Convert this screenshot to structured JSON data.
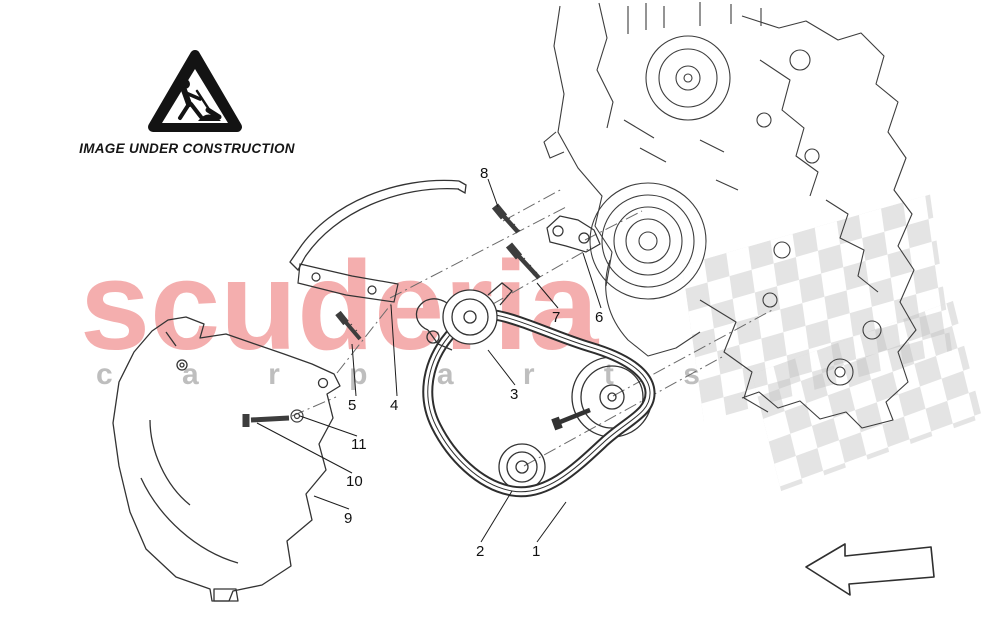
{
  "page": {
    "background_color": "#ffffff",
    "line_color": "#3d3d3d"
  },
  "construction_notice": {
    "label": "IMAGE UNDER CONSTRUCTION",
    "icon": "roadworks-warning-triangle"
  },
  "watermark": {
    "title": "scuderia",
    "title_color": "#e74c4c",
    "letters": [
      "c",
      "a",
      "r",
      "p",
      "a",
      "r",
      "t",
      "s"
    ],
    "letters_color": "#8a8a8a",
    "flag_pattern": "checkered-flag"
  },
  "diagram": {
    "part_labels": [
      {
        "number": "1"
      },
      {
        "number": "2"
      },
      {
        "number": "3"
      },
      {
        "number": "4"
      },
      {
        "number": "5"
      },
      {
        "number": "6"
      },
      {
        "number": "7"
      },
      {
        "number": "8"
      },
      {
        "number": "9"
      },
      {
        "number": "10"
      },
      {
        "number": "11"
      }
    ]
  },
  "icons": {
    "back_arrow": "left-arrow-outline"
  }
}
